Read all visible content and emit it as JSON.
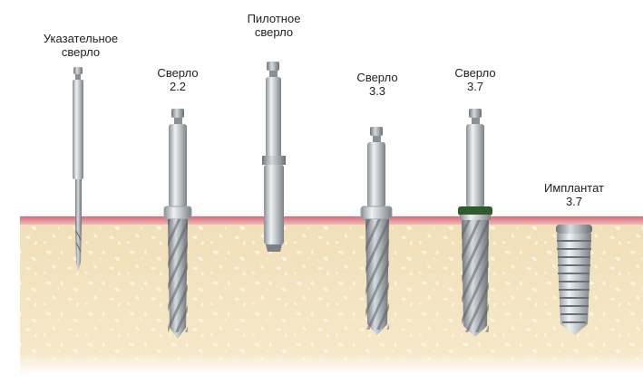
{
  "diagram": {
    "colors": {
      "bone": "#f1dfb8",
      "bone_speckle": "#fdf6e6",
      "gum": "#e8a1a6",
      "gum_edge": "#d66a73",
      "steel_light": "#e9ecee",
      "steel_mid": "#b9bec2",
      "steel_dark": "#7b8186",
      "collar_green": "#2f5a2c"
    },
    "instruments": [
      {
        "id": "pointer-drill",
        "label_lines": [
          "Указательное",
          "сверло"
        ],
        "icon": "pointer-drill-icon"
      },
      {
        "id": "drill-2-2",
        "label_lines": [
          "Сверло",
          "2.2"
        ],
        "icon": "twist-drill-icon"
      },
      {
        "id": "pilot-drill",
        "label_lines": [
          "Пилотное",
          "сверло"
        ],
        "icon": "pilot-drill-icon"
      },
      {
        "id": "drill-3-3",
        "label_lines": [
          "Сверло",
          "3.3"
        ],
        "icon": "twist-drill-icon"
      },
      {
        "id": "drill-3-7",
        "label_lines": [
          "Сверло",
          "3.7"
        ],
        "icon": "twist-drill-icon"
      },
      {
        "id": "implant-3-7",
        "label_lines": [
          "Имплантат",
          "3.7"
        ],
        "icon": "implant-icon"
      }
    ]
  }
}
